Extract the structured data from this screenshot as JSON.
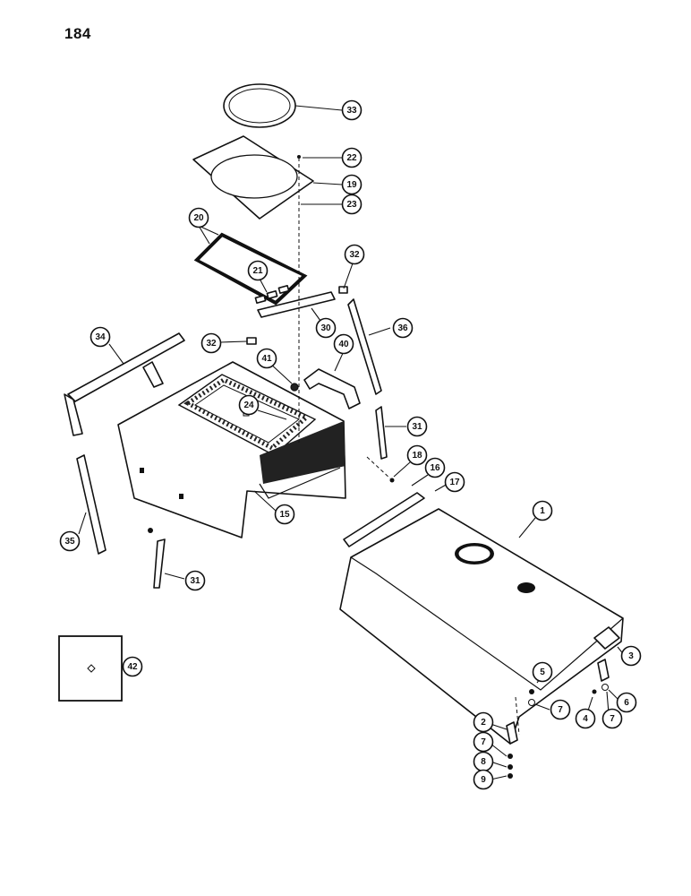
{
  "page_number": "184",
  "callouts": [
    {
      "id": "c33",
      "label": "33"
    },
    {
      "id": "c22",
      "label": "22"
    },
    {
      "id": "c19",
      "label": "19"
    },
    {
      "id": "c23",
      "label": "23"
    },
    {
      "id": "c20",
      "label": "20"
    },
    {
      "id": "c21",
      "label": "21"
    },
    {
      "id": "c32a",
      "label": "32"
    },
    {
      "id": "c30",
      "label": "30"
    },
    {
      "id": "c36",
      "label": "36"
    },
    {
      "id": "c32b",
      "label": "32"
    },
    {
      "id": "c34",
      "label": "34"
    },
    {
      "id": "c41",
      "label": "41"
    },
    {
      "id": "c40",
      "label": "40"
    },
    {
      "id": "c24",
      "label": "24"
    },
    {
      "id": "c31a",
      "label": "31"
    },
    {
      "id": "c18",
      "label": "18"
    },
    {
      "id": "c16",
      "label": "16"
    },
    {
      "id": "c17",
      "label": "17"
    },
    {
      "id": "c15",
      "label": "15"
    },
    {
      "id": "c35",
      "label": "35"
    },
    {
      "id": "c1",
      "label": "1"
    },
    {
      "id": "c31b",
      "label": "31"
    },
    {
      "id": "c42",
      "label": "42"
    },
    {
      "id": "c3",
      "label": "3"
    },
    {
      "id": "c5",
      "label": "5"
    },
    {
      "id": "c6",
      "label": "6"
    },
    {
      "id": "c7a",
      "label": "7"
    },
    {
      "id": "c4",
      "label": "4"
    },
    {
      "id": "c7b",
      "label": "7"
    },
    {
      "id": "c2",
      "label": "2"
    },
    {
      "id": "c7c",
      "label": "7"
    },
    {
      "id": "c8",
      "label": "8"
    },
    {
      "id": "c9",
      "label": "9"
    }
  ]
}
